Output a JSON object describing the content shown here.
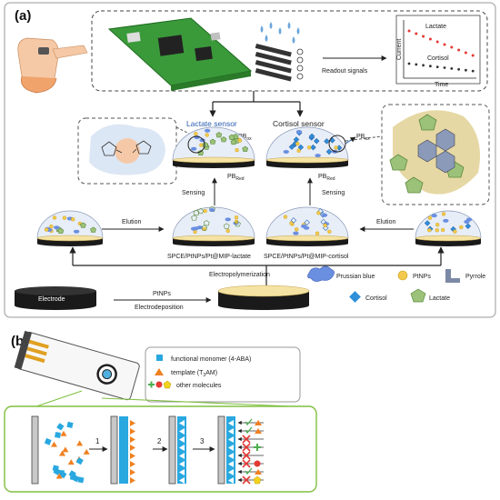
{
  "panel_a": {
    "label": "(a)",
    "readout_label": "Readout signals",
    "plot": {
      "ylabel": "Current",
      "xlabel": "Time",
      "series": [
        {
          "name": "Lactate",
          "color": "#e53935"
        },
        {
          "name": "Cortisol",
          "color": "#333333"
        }
      ]
    },
    "sensors": {
      "lactate": {
        "title": "Lactate sensor",
        "name": "SPCE/PtNPs/Pt@MIP-lactate"
      },
      "cortisol": {
        "title": "Cortisol sensor",
        "name": "SPCE/PtNPs/Pt@MIP-cortisol"
      }
    },
    "pb_ox": "PB",
    "pb_ox_sub": "ox",
    "pb_red": "PB",
    "pb_red_sub": "Red",
    "sensing": "Sensing",
    "elution": "Elution",
    "electropolymerization": "Electropolymerization",
    "electrode": "Electrode",
    "ptnps_step": "PtNPs",
    "electrodeposition": "Electrodeposition",
    "legend": {
      "prussian_blue": "Prussian blue",
      "ptnps": "PtNPs",
      "pyrrole": "Pyrrole",
      "cortisol": "Cortisol",
      "lactate": "Lactate"
    }
  },
  "panel_b": {
    "label": "(b)",
    "legend": {
      "monomer": "functional monomer (4-ABA)",
      "template": "template (T",
      "template_sub": "3",
      "template_tail": "AM)",
      "other": "other molecules"
    },
    "steps": [
      "1",
      "2",
      "3"
    ]
  },
  "colors": {
    "panel_border": "#7fbf3f",
    "prussian_blue": "#5b7fd6",
    "ptnps": "#f2c94c",
    "cortisol": "#2f8fd8",
    "lactate": "#8cc06a",
    "monomer": "#29a8e0",
    "template": "#f08020"
  }
}
